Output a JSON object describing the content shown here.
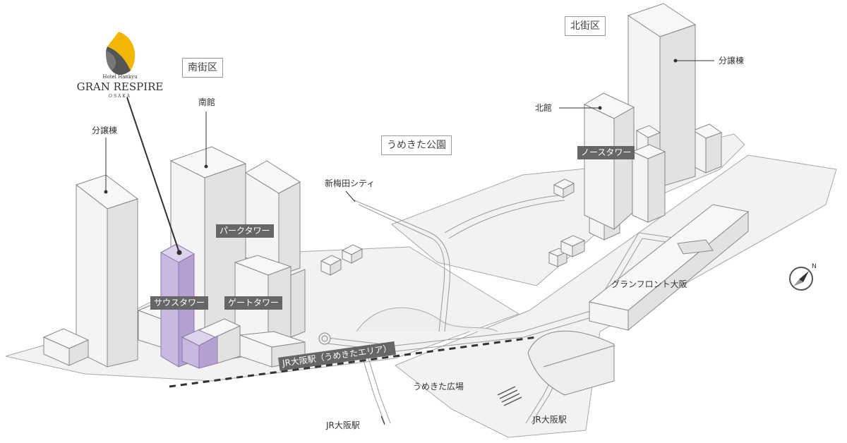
{
  "logo": {
    "small": "Hotel Hankyu",
    "name": "GRAN RESPIRE",
    "city": "OSAKA",
    "accent_color": "#f2b705",
    "dark_color": "#555555"
  },
  "districts": {
    "south": "南街区",
    "north": "北街区",
    "park": "うめきた公園"
  },
  "labels": {
    "south_condo": "分譲棟",
    "south_hall": "南館",
    "north_condo": "分譲棟",
    "north_hall": "北館",
    "shin_umeda": "新梅田シティ",
    "grand_front": "グランフロント大阪",
    "umekita_plaza": "うめきた広場",
    "jr_osaka_1": "JR大阪駅",
    "jr_osaka_2": "JR大阪駅",
    "jr_umekita": "JR大阪駅（うめきたエリア）"
  },
  "towers": {
    "park": "パークタワー",
    "gate": "ゲートタワー",
    "south": "サウスタワー",
    "north": "ノースタワー"
  },
  "highlight_color": "#c9b8e0"
}
